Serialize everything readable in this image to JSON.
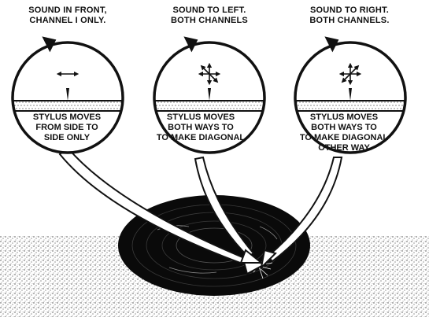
{
  "panels": [
    {
      "heading": [
        "SOUND IN FRONT,",
        "CHANNEL I ONLY."
      ],
      "caption": [
        "STYLUS MOVES",
        "FROM SIDE TO",
        "SIDE ONLY"
      ],
      "motion": "horizontal-only"
    },
    {
      "heading": [
        "SOUND TO LEFT.",
        "BOTH CHANNELS"
      ],
      "caption": [
        "STYLUS MOVES",
        "BOTH WAYS TO",
        "TO MAKE DIAGONAL"
      ],
      "motion": "diagonal-left"
    },
    {
      "heading": [
        "SOUND TO RIGHT.",
        "BOTH CHANNELS."
      ],
      "caption": [
        "STYLUS MOVES",
        "BOTH WAYS TO",
        "TO MAKE DIAGONAL",
        "OTHER WAY"
      ],
      "motion": "diagonal-right"
    }
  ],
  "colors": {
    "ink": "#111111",
    "paper": "#ffffff",
    "record": "#0a0a0a",
    "ground_stipple": "#555555"
  }
}
